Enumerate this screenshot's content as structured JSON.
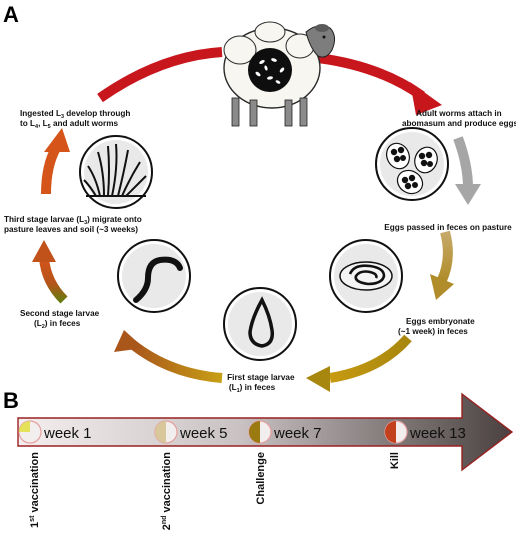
{
  "panels": {
    "a": "A",
    "b": "B"
  },
  "lifecycle": {
    "ingested": {
      "l1": "Ingested L",
      "l1sub": "3",
      "l1rest": " develop through",
      "l2a": "to L",
      "l2sub1": "4",
      "l2b": ", L",
      "l2sub2": "5",
      "l2c": " and adult worms"
    },
    "adult": {
      "l1": "Adult worms attach in",
      "l2": "abomasum and produce eggs"
    },
    "eggs_passed": "Eggs passed in feces on pasture",
    "embryonate": {
      "l1": "Eggs embryonate",
      "l2": "(~1 week) in feces"
    },
    "first_stage": {
      "l1": "First stage larvae",
      "l2a": "(L",
      "l2sub": "1",
      "l2b": ") in feces"
    },
    "second_stage": {
      "l1": "Second stage larvae",
      "l2a": "(L",
      "l2sub": "2",
      "l2b": ") in feces"
    },
    "third_stage": {
      "l1a": "Third stage larvae (L",
      "l1sub": "3",
      "l1b": ") migrate onto",
      "l2": "pasture leaves and soil (~3 weeks)"
    }
  },
  "timeline": {
    "weeks": [
      {
        "label": "week 1",
        "fill": 0.25,
        "color": "#e4e25a"
      },
      {
        "label": "week 5",
        "fill": 0.5,
        "color": "#d8c79a"
      },
      {
        "label": "week 7",
        "fill": 0.5,
        "color": "#9c7a12"
      },
      {
        "label": "week 13",
        "fill": 0.5,
        "color": "#c2401c"
      }
    ],
    "events": [
      {
        "a": "1",
        "sup": "st",
        "b": " vaccination"
      },
      {
        "a": "2",
        "sup": "nd",
        "b": " vaccination"
      },
      {
        "a": "Challenge",
        "sup": "",
        "b": ""
      },
      {
        "a": "Kill",
        "sup": "",
        "b": ""
      }
    ]
  },
  "colors": {
    "arrow_red": "#c8161d",
    "arrow_grey": "#a6a6a6",
    "arrow_tan": "#b59a3c",
    "arrow_olive": "#a8870f",
    "arrow_orange": "#cc4a16",
    "timeline_start": "#f4eeee",
    "timeline_end": "#4a4040"
  }
}
